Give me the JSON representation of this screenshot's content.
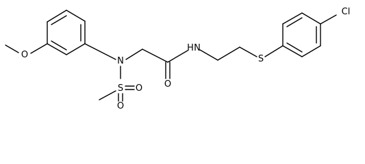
{
  "atoms": {
    "o_methoxy": "O",
    "n_amine": "N",
    "s_sulfonyl": "S",
    "o_sulfonyl_right": "O",
    "o_sulfonyl_bottom": "O",
    "o_carbonyl": "O",
    "n_amide": "N",
    "h_amide": "H",
    "s_thioether": "S",
    "cl": "Cl"
  },
  "colors": {
    "bond": "#000000",
    "label": "#000000",
    "background": "#ffffff"
  }
}
